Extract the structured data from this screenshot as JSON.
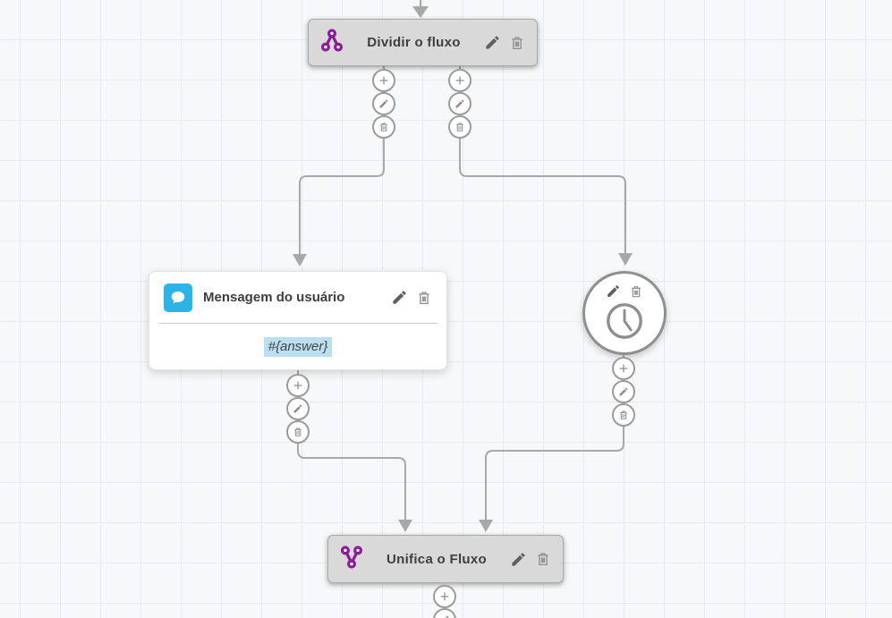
{
  "flow": {
    "nodes": {
      "split": {
        "label": "Dividir o fluxo",
        "type": "split-flow",
        "icon": "split-branch-icon"
      },
      "user_message": {
        "label": "Mensagem do usuário",
        "type": "user-message",
        "icon": "chat-bubble-icon",
        "body": "#{answer}"
      },
      "timer": {
        "type": "wait-delay",
        "icon": "clock-icon"
      },
      "merge": {
        "label": "Unifica o Fluxo",
        "type": "merge-flow",
        "icon": "merge-branch-icon"
      }
    },
    "node_actions": [
      "add",
      "edit",
      "delete"
    ],
    "icons": [
      "plus-icon",
      "pencil-icon",
      "trash-icon",
      "split-branch-icon",
      "merge-branch-icon",
      "chat-bubble-icon",
      "clock-icon",
      "arrowhead-down"
    ]
  },
  "colors": {
    "canvas_bg": "#f7f8f9",
    "grid_line": "#e8eaf2",
    "connector": "#a8a8a8",
    "node_gray": "#d9d9d9",
    "node_border": "#a9a9a9",
    "accent_purple": "#8b1b9b",
    "accent_blue": "#2cb3e8",
    "answer_highlight": "#b9dff0",
    "edit_icon": "#5f5f5f",
    "trash_icon": "#8f8f8f"
  }
}
